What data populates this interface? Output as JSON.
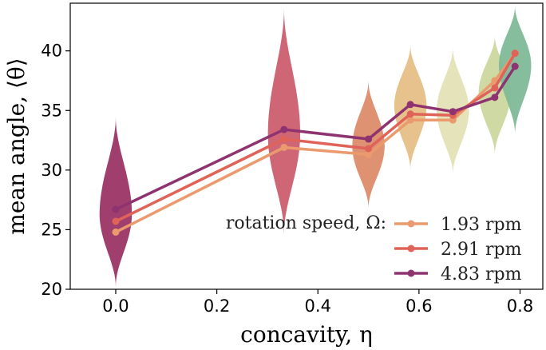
{
  "chart_data": {
    "type": "line",
    "title": "",
    "xlabel": "concavity, η",
    "ylabel": "mean angle, ⟨θ⟩",
    "xlim": [
      -0.09,
      0.845
    ],
    "ylim": [
      20,
      44
    ],
    "xticks": [
      0.0,
      0.2,
      0.4,
      0.6,
      0.8
    ],
    "xtick_labels": [
      "0.0",
      "0.2",
      "0.4",
      "0.6",
      "0.8"
    ],
    "yticks": [
      20,
      25,
      30,
      35,
      40
    ],
    "ytick_labels": [
      "20",
      "25",
      "30",
      "35",
      "40"
    ],
    "grid": false,
    "legend": {
      "title": "rotation speed, Ω:",
      "position": "lower-right"
    },
    "x": [
      0.0,
      0.333,
      0.5,
      0.583,
      0.667,
      0.75,
      0.79
    ],
    "series": [
      {
        "name": "1.93 rpm",
        "color": "#eb9a6e",
        "values": [
          24.8,
          31.9,
          31.3,
          34.2,
          34.2,
          37.5,
          39.8
        ]
      },
      {
        "name": "2.91 rpm",
        "color": "#df6358",
        "values": [
          25.7,
          32.6,
          31.8,
          34.7,
          34.6,
          36.9,
          39.8
        ]
      },
      {
        "name": "4.83 rpm",
        "color": "#8f3370",
        "values": [
          26.7,
          33.4,
          32.6,
          35.5,
          34.9,
          36.1,
          38.7
        ]
      }
    ],
    "violins": [
      {
        "x": 0.0,
        "center": 26.3,
        "min": 20.2,
        "max": 34.5,
        "color": "#9b3466"
      },
      {
        "x": 0.333,
        "center": 33.0,
        "min": 24.6,
        "max": 43.6,
        "color": "#cc5e6e"
      },
      {
        "x": 0.5,
        "center": 32.0,
        "min": 26.8,
        "max": 37.5,
        "color": "#dd8c6a"
      },
      {
        "x": 0.583,
        "center": 35.4,
        "min": 30.0,
        "max": 40.5,
        "color": "#e6bf86"
      },
      {
        "x": 0.667,
        "center": 35.0,
        "min": 29.6,
        "max": 40.3,
        "color": "#e4e1b6"
      },
      {
        "x": 0.75,
        "center": 36.5,
        "min": 31.3,
        "max": 41.3,
        "color": "#cbd79e"
      },
      {
        "x": 0.79,
        "center": 38.8,
        "min": 33.0,
        "max": 43.8,
        "color": "#7fba98"
      }
    ]
  }
}
